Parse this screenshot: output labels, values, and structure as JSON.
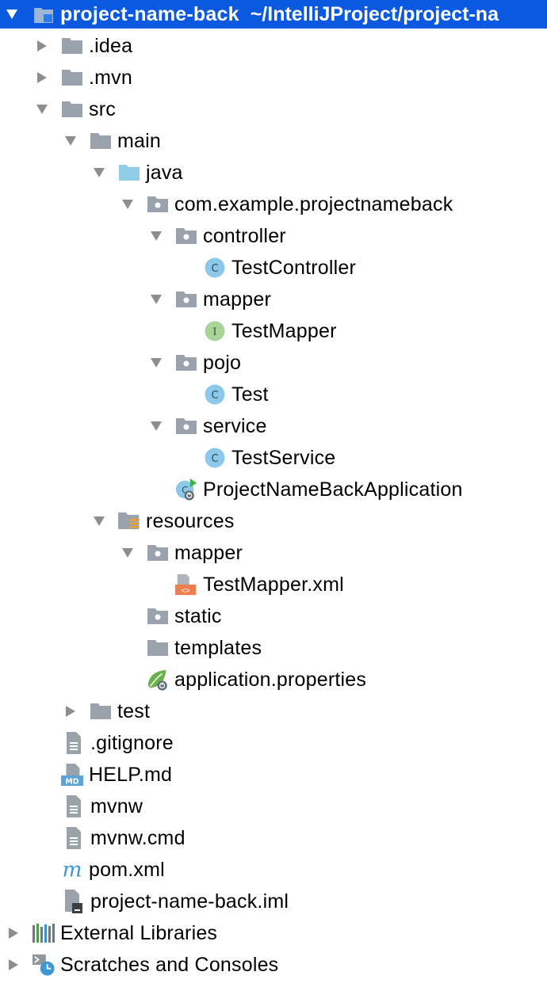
{
  "project_tree": {
    "root": {
      "name": "project-name-back",
      "path": "~/IntelliJProject/project-na"
    },
    "items": [
      {
        "label": ".idea"
      },
      {
        "label": ".mvn"
      },
      {
        "label": "src"
      },
      {
        "label": "main"
      },
      {
        "label": "java"
      },
      {
        "label": "com.example.projectnameback"
      },
      {
        "label": "controller"
      },
      {
        "label": "TestController"
      },
      {
        "label": "mapper"
      },
      {
        "label": "TestMapper"
      },
      {
        "label": "pojo"
      },
      {
        "label": "Test"
      },
      {
        "label": "service"
      },
      {
        "label": "TestService"
      },
      {
        "label": "ProjectNameBackApplication"
      },
      {
        "label": "resources"
      },
      {
        "label": "mapper"
      },
      {
        "label": "TestMapper.xml"
      },
      {
        "label": "static"
      },
      {
        "label": "templates"
      },
      {
        "label": "application.properties"
      },
      {
        "label": "test"
      },
      {
        "label": ".gitignore"
      },
      {
        "label": "HELP.md"
      },
      {
        "label": "mvnw"
      },
      {
        "label": "mvnw.cmd"
      },
      {
        "label": "pom.xml"
      },
      {
        "label": "project-name-back.iml"
      },
      {
        "label": "External Libraries"
      },
      {
        "label": "Scratches and Consoles"
      }
    ]
  },
  "colors": {
    "selection": "#0a59e0",
    "folder": "#9aa3ab",
    "source_folder": "#8fcde6",
    "class_icon": "#8cc9e8",
    "interface_icon": "#a8d49a",
    "xml_badge": "#f07e4e"
  }
}
